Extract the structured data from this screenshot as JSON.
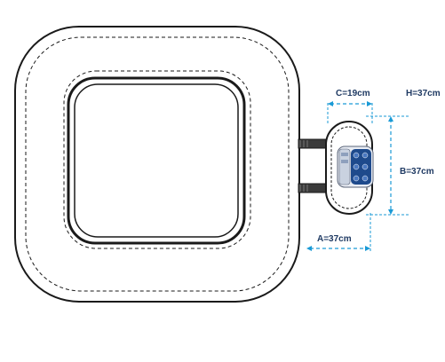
{
  "dimensions": {
    "c_label": "C=19cm",
    "h_label": "H=37cm",
    "b_label": "B=37cm",
    "a_label": "A=37cm"
  },
  "colors": {
    "outline": "#1a1a1a",
    "dimension_line": "#1a9ad6",
    "label": "#1f3a63",
    "panel_blue": "#1e4a8c"
  },
  "icons": {
    "control_panel": "keypad-icon"
  }
}
